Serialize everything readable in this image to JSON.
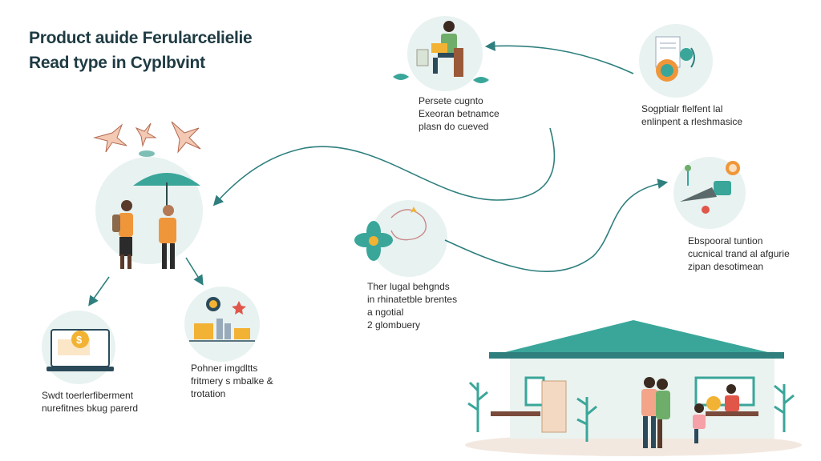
{
  "title": {
    "line1": "Product auide Ferularcelielie",
    "line2": "Read type in Cyplbvint"
  },
  "nodes": {
    "reader": {
      "lines": [
        "Persete cugnto",
        "Exeoran betnamce",
        "plasn do cueved"
      ]
    },
    "documents": {
      "lines": [
        "Sogptialr flelfent lal",
        "enlinpent a rleshmasice"
      ]
    },
    "garden": {
      "lines": [
        "Ebspooral tuntion",
        "cucnical trand al afgurie",
        "zipan desotimean"
      ]
    },
    "flower": {
      "lines": [
        "Ther lugal behgnds",
        "in rhinatetble brentes",
        "a ngotial",
        "2 glombuery"
      ]
    },
    "laptop": {
      "lines": [
        "Swdt toerlerfiberment",
        "nurefitnes bkug parerd"
      ]
    },
    "market": {
      "lines": [
        "Pohner imgdltts",
        "fritmery s mbalke &",
        "trotation"
      ]
    }
  },
  "colors": {
    "teal": "#2f8f8a",
    "arrow": "#2e7f7e",
    "circle": "#e8f2f1",
    "orange": "#f0963a",
    "gold": "#f2b233"
  }
}
